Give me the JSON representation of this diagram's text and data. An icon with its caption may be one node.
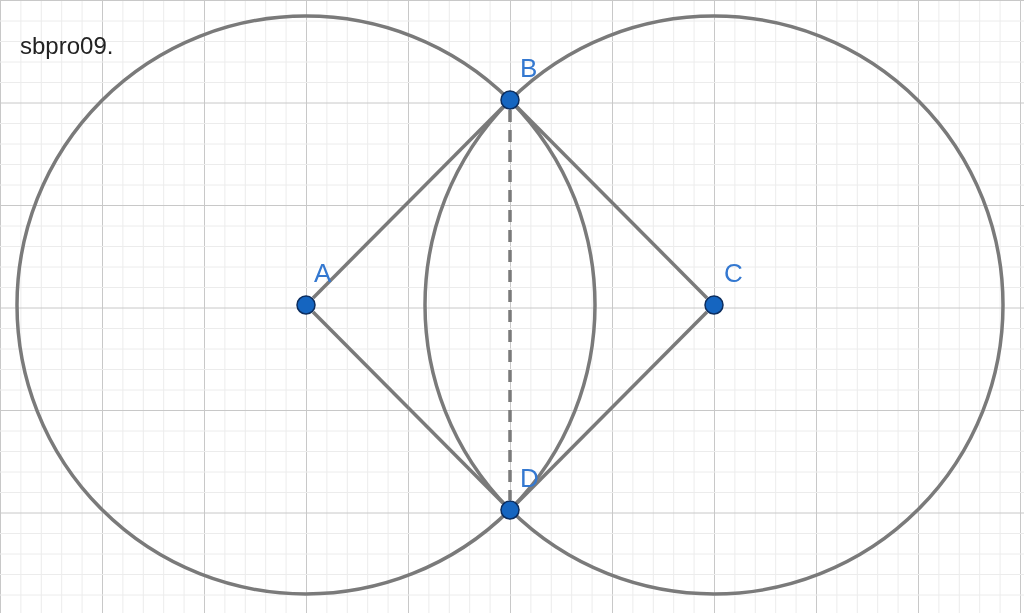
{
  "diagram": {
    "nodes": [
      {
        "text": [
          "A"
        ]
      },
      {
        "text": [
          "B"
        ]
      },
      {
        "text": [
          "C"
        ]
      },
      {
        "text": [
          "D"
        ]
      }
    ],
    "edges": [
      {
        "from": 0,
        "to": 1,
        "arrow": "none"
      },
      {
        "from": 1,
        "to": 2,
        "arrow": "none"
      },
      {
        "from": 2,
        "to": 3,
        "arrow": "none"
      },
      {
        "from": 3,
        "to": 0,
        "arrow": "none"
      },
      {
        "from": 1,
        "to": 3,
        "arrow": "none",
        "style": "dashed"
      }
    ],
    "labels": [
      "sbpro09."
    ]
  }
}
